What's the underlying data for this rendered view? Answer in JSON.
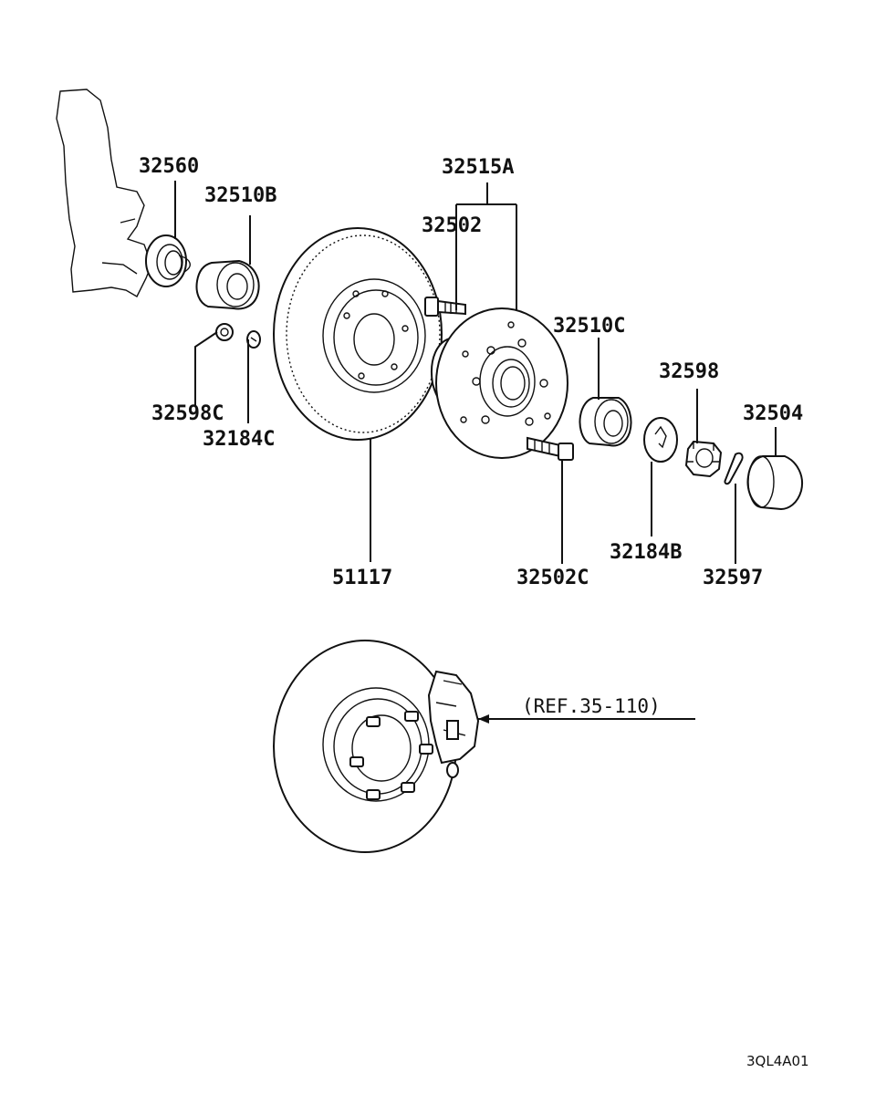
{
  "callouts": {
    "p32560": "32560",
    "p32510B": "32510B",
    "p32515A": "32515A",
    "p32502": "32502",
    "p32510C": "32510C",
    "p32598": "32598",
    "p32504": "32504",
    "p32598C": "32598C",
    "p32184C": "32184C",
    "p51117": "51117",
    "p32502C": "32502C",
    "p32184B": "32184B",
    "p32597": "32597"
  },
  "reference": "(REF.35-110)",
  "drawing_code": "3QL4A01"
}
